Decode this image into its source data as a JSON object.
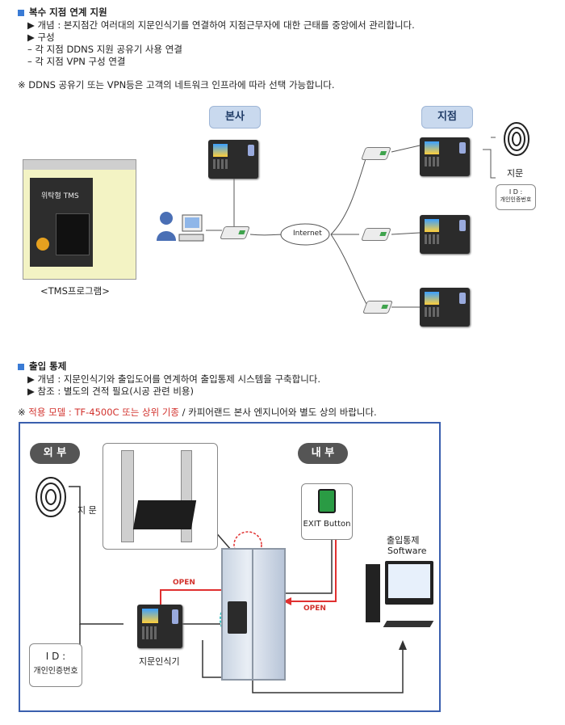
{
  "sec1": {
    "title": "복수 지점 연계 지원",
    "line1": "▶ 개념 : 본지점간 여러대의 지문인식기를 연결하여 지점근무자에 대한 근태를 중앙에서 관리합니다.",
    "line2": "▶ 구성",
    "line3": "– 각 지점 DDNS 지원 공유기 사용 연결",
    "line4": "– 각 지점 VPN 구성 연결",
    "note": "※ DDNS 공유기 또는 VPN등은 고객의 네트워크 인프라에 따라 선택 가능합니다."
  },
  "diagram1": {
    "hq": "본사",
    "branch": "지점",
    "internet": "Internet",
    "fingerprint": "지문",
    "id_label": "I D :",
    "id_sub": "개인인증번호",
    "tms_caption": "<TMS프로그램>",
    "tms_title": "위탁형 TMS"
  },
  "sec2": {
    "title": "출입 통제",
    "line1": "▶ 개념 : 지문인식기와 출입도어를 연계하여 출입통제 시스템을 구축합니다.",
    "line2": "▶ 참조 : 별도의 견적 필요(시공 관련 비용)",
    "note_mark": "※",
    "note_red": "적용 모델 : TF-4500C 또는 상위 기종",
    "note_rest": "/ 카피어랜드 본사 엔지니어와 별도 상의 바랍니다."
  },
  "diagram2": {
    "outside": "외 부",
    "inside": "내 부",
    "fingerprint": "지 문",
    "id_label": "I D :",
    "id_sub": "개인인증번호",
    "reader": "지문인식기",
    "exit": "EXIT Button",
    "software_line1": "출입통제",
    "software_line2": "Software",
    "open1": "OPEN",
    "open2": "OPEN"
  }
}
